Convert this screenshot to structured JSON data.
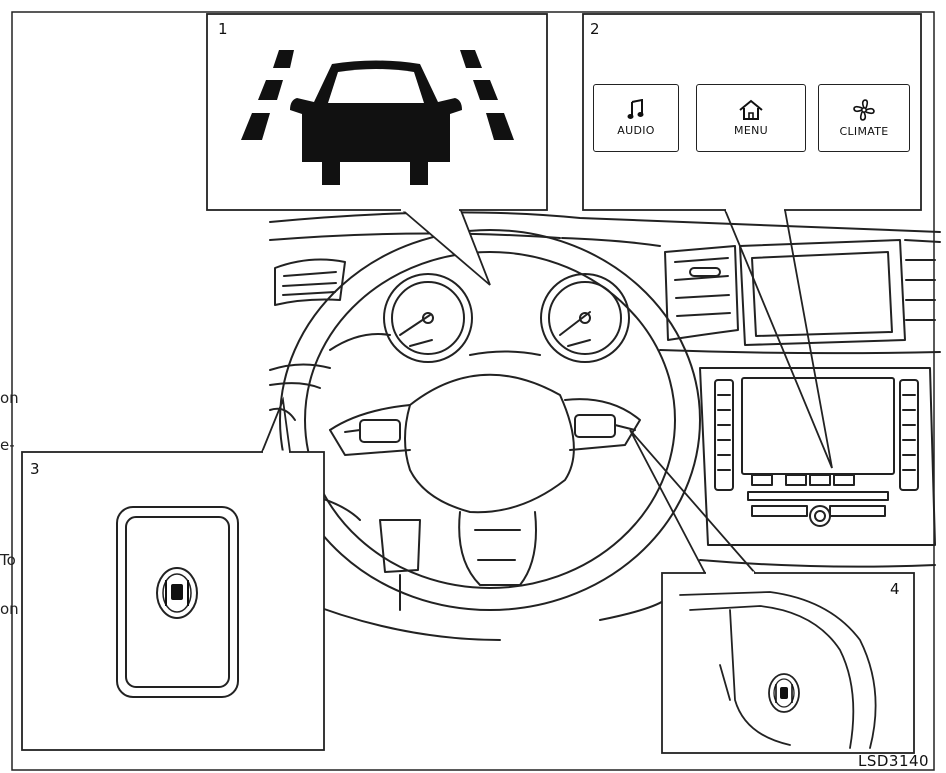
{
  "callouts": [
    {
      "number": "1"
    },
    {
      "number": "2"
    },
    {
      "number": "3"
    },
    {
      "number": "4"
    }
  ],
  "screen_buttons": [
    {
      "label": "AUDIO",
      "icon": "music-note-icon"
    },
    {
      "label": "MENU",
      "icon": "home-icon"
    },
    {
      "label": "CLIMATE",
      "icon": "fan-icon"
    }
  ],
  "cropped_text": [
    "on",
    "e-",
    "To",
    "on"
  ],
  "figure_code": "LSD3140"
}
